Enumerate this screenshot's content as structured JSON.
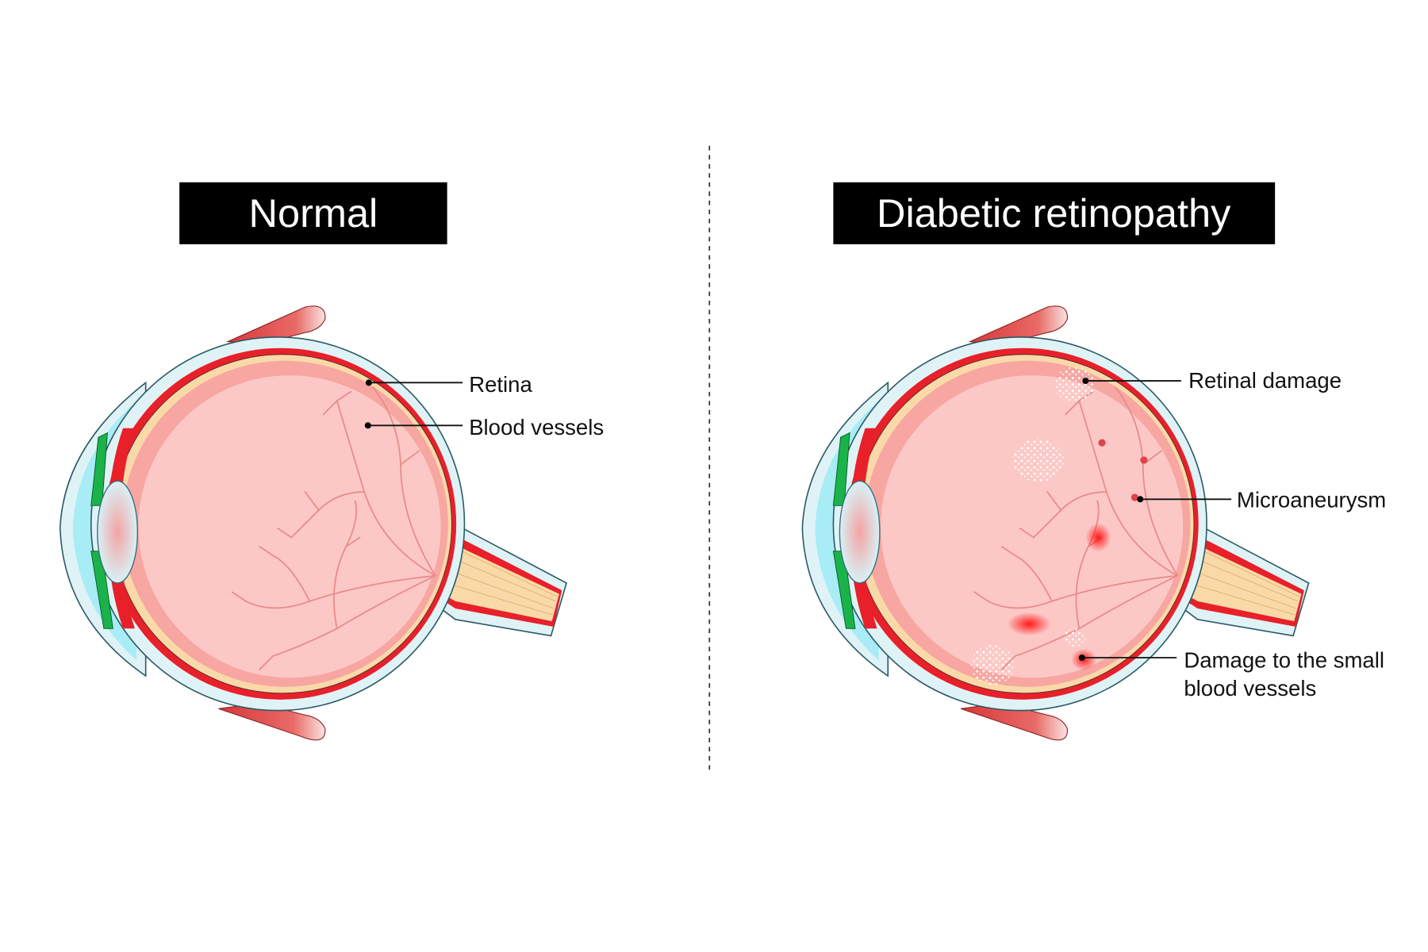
{
  "panels": [
    {
      "title": "Normal",
      "labels": [
        "Retina",
        "Blood vessels"
      ]
    },
    {
      "title": "Diabetic retinopathy",
      "labels": [
        "Retinal damage",
        "Microaneurysm",
        "Damage to the small",
        "blood vessels"
      ]
    }
  ],
  "colors": {
    "sclera": "#dff3f7",
    "choroid": "#e8202a",
    "retina": "#f9d9a8",
    "vitreous": "#fcc8c6",
    "title_bg": "#000000"
  }
}
